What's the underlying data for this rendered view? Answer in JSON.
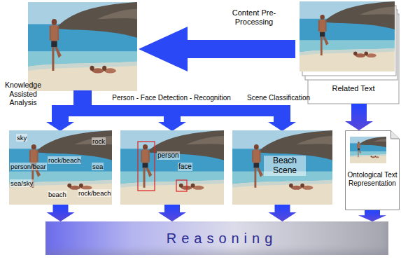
{
  "diagram": {
    "nodes": [
      {
        "text": [
          "Related Text"
        ]
      },
      {
        "text": [
          "sky",
          "rock",
          "rock/beach",
          "person/bear",
          "sea",
          "sea/sky",
          "beach",
          "rock/beach"
        ]
      },
      {
        "text": [
          "person",
          "face"
        ]
      },
      {
        "text": [
          "Beach Scene"
        ]
      },
      {
        "text": [
          "Ontological Text Representation"
        ]
      },
      {
        "text": [
          "Reasoning"
        ]
      }
    ],
    "edges": [
      {
        "from": 0,
        "to": 4,
        "arrow": "to"
      },
      {
        "from": 1,
        "to": 5,
        "arrow": "to"
      },
      {
        "from": 2,
        "to": 5,
        "arrow": "to"
      },
      {
        "from": 3,
        "to": 5,
        "arrow": "to"
      },
      {
        "from": 4,
        "to": 5,
        "arrow": "to"
      }
    ],
    "labels": [
      "Content Pre-Processing",
      "Knowledge Assisted Analysis",
      "Person - Face Detection - Recognition",
      "Scene Classification"
    ]
  }
}
